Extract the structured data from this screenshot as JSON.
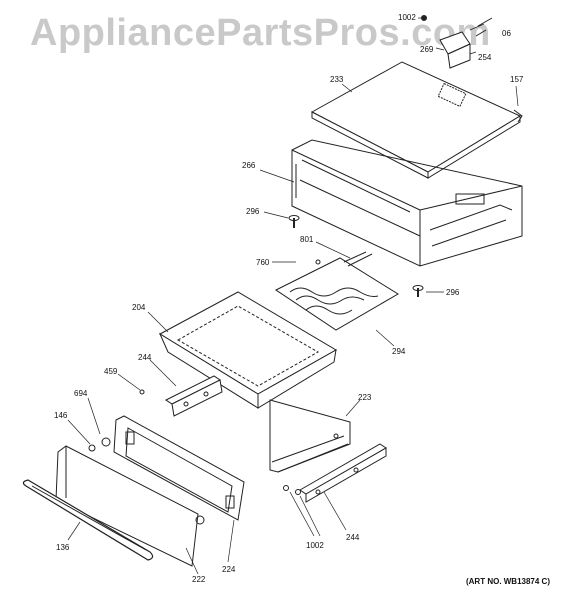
{
  "watermark": "AppliancePartsPros.com",
  "art_number": "(ART NO. WB13874 C)",
  "callouts": {
    "c1002a": "1002",
    "c06": "06",
    "c269": "269",
    "c254": "254",
    "c233": "233",
    "c157": "157",
    "c266": "266",
    "c296a": "296",
    "c801": "801",
    "c760": "760",
    "c296b": "296",
    "c204": "204",
    "c294": "294",
    "c244a": "244",
    "c459": "459",
    "c694": "694",
    "c146": "146",
    "c223": "223",
    "c136": "136",
    "c222": "222",
    "c224": "224",
    "c1002b": "1002",
    "c244b": "244"
  }
}
